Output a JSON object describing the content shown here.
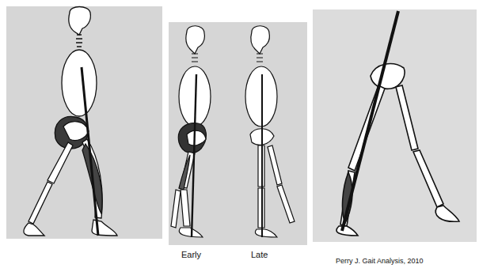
{
  "diagram": {
    "labels": [
      "Early",
      "Late",
      "Perry J. Gait Analysis, 2010"
    ]
  }
}
